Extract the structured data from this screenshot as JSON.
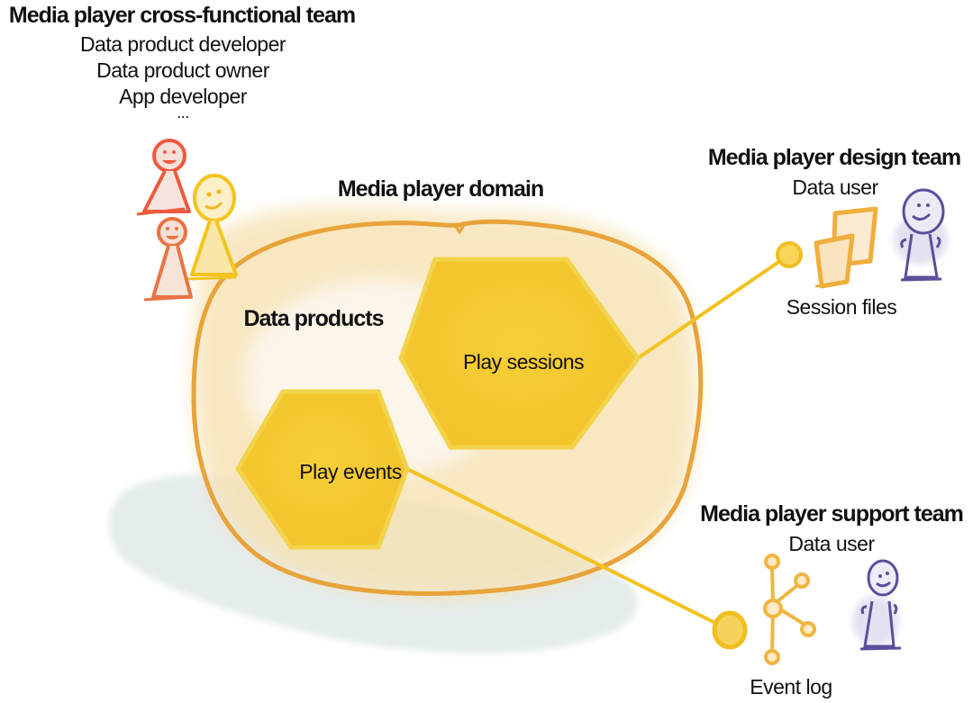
{
  "cross_team": {
    "title": "Media player cross-functional team",
    "roles": [
      "Data product developer",
      "Data product owner",
      "App developer",
      "..."
    ]
  },
  "domain": {
    "title": "Media player domain",
    "data_products_label": "Data products",
    "products": [
      {
        "name": "Play sessions"
      },
      {
        "name": "Play events"
      }
    ]
  },
  "design_team": {
    "title": "Media player design team",
    "role": "Data user",
    "artifact": "Session files"
  },
  "support_team": {
    "title": "Media player support team",
    "role": "Data user",
    "artifact": "Event log"
  },
  "colors": {
    "domain_outline": "#E8A33A",
    "domain_fill": "#F7E3B8",
    "hex_fill": "#F6C933",
    "hex_edge": "#F2D34A",
    "connector": "#F3C21F",
    "person_red": "#EE5A3E",
    "person_orange": "#E87442",
    "person_yellow": "#F4C41F",
    "person_purple": "#5B4F9A",
    "shadow": "#E3ECEE"
  }
}
